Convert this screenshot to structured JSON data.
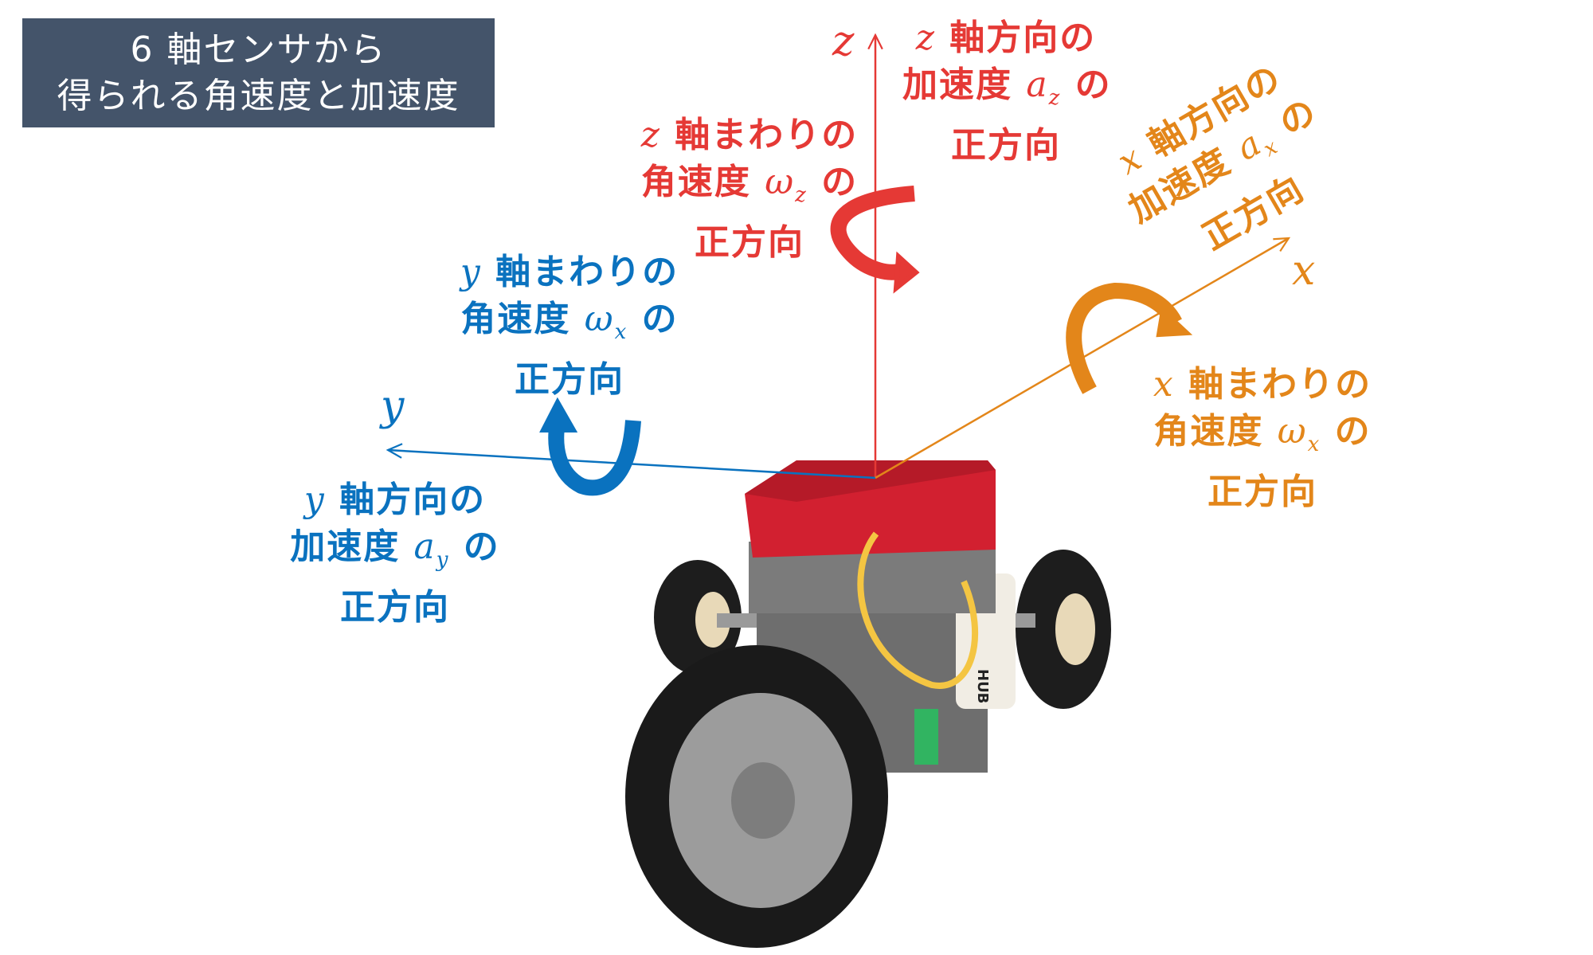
{
  "title": {
    "line1": "6 軸センサから",
    "line2": "得られる角速度と加速度"
  },
  "axes": {
    "z": {
      "letter": "z",
      "color": "#e53935"
    },
    "y": {
      "letter": "y",
      "color": "#0a72bf"
    },
    "x": {
      "letter": "x",
      "color": "#e3861a"
    }
  },
  "labels": {
    "z_accel": {
      "var": "z",
      "l1": "軸方向の",
      "l2a": "加速度",
      "sym": "a",
      "symsub": "z",
      "l2b": "の",
      "l3": "正方向"
    },
    "z_rot": {
      "var": "z",
      "l1": "軸まわりの",
      "l2a": "角速度",
      "sym": "ω",
      "symsub": "z",
      "l2b": "の",
      "l3": "正方向"
    },
    "y_rot": {
      "var": "y",
      "l1": "軸まわりの",
      "l2a": "角速度",
      "sym": "ω",
      "symsub": "x",
      "l2b": "の",
      "l3": "正方向"
    },
    "y_accel": {
      "var": "y",
      "l1": "軸方向の",
      "l2a": "加速度",
      "sym": "a",
      "symsub": "y",
      "l2b": "の",
      "l3": "正方向"
    },
    "x_accel": {
      "var": "x",
      "l1": "軸方向の",
      "l2a": "加速度",
      "sym": "a",
      "symsub": "x",
      "l2b": "の",
      "l3": "正方向"
    },
    "x_rot": {
      "var": "x",
      "l1": "軸まわりの",
      "l2a": "角速度",
      "sym": "ω",
      "symsub": "x",
      "l2b": "の",
      "l3": "正方向"
    }
  },
  "robot": {
    "hub_text": "HUB"
  }
}
